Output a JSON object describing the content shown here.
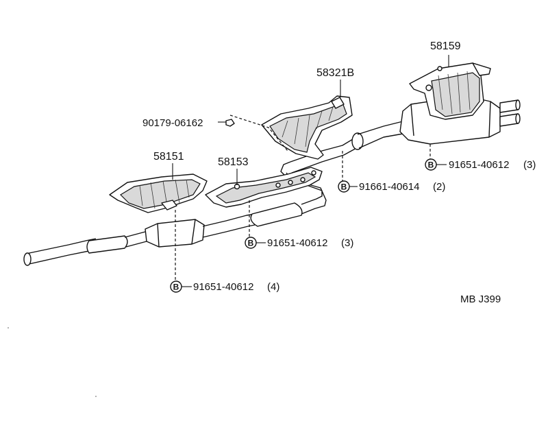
{
  "diagram": {
    "parts": {
      "p58159": "58159",
      "p58321b": "58321B",
      "p58151": "58151",
      "p58153": "58153",
      "p90179": "90179-06162"
    },
    "bolts": {
      "marker": "B",
      "b1": "91651-40612",
      "b1_qty": "(3)",
      "b2": "91661-40614",
      "b2_qty": "(2)",
      "b3": "91651-40612",
      "b3_qty": "(3)",
      "b4": "91651-40612",
      "b4_qty": "(4)"
    },
    "figure_code": "MB J399"
  }
}
